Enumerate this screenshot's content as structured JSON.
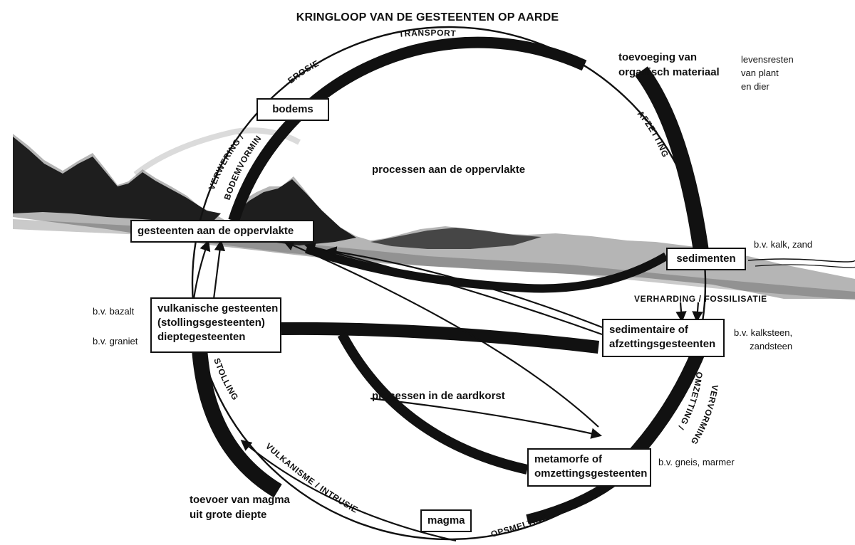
{
  "title": "KRINGLOOP VAN DE GESTEENTEN OP AARDE",
  "boxes": {
    "bodems": "bodems",
    "surface_rocks": "gesteenten aan de oppervlakte",
    "sediments": "sedimenten",
    "volcanic_line1": "vulkanische gesteenten",
    "volcanic_line2": "(stollingsgesteenten)",
    "volcanic_line3": "dieptegesteenten",
    "sedimentary_line1": "sedimentaire of",
    "sedimentary_line2": "afzettingsgesteenten",
    "metamorphic_line1": "metamorfe of",
    "metamorphic_line2": "omzettingsgesteenten",
    "magma": "magma"
  },
  "process_labels": {
    "transport": "TRANSPORT",
    "erosie": "EROSIE",
    "verwering": "VERWERING /",
    "bodemvorming": "BODEMVORMING",
    "afzetting": "AFZETTING",
    "verharding": "VERHARDING / FOSSILISATIE",
    "omzetting": "OMZETTING /",
    "vervorming": "VERVORMING",
    "opsmelting": "OPSMELTING",
    "vulkanisme": "VULKANISME / INTRUSIE",
    "stolling": "STOLLING"
  },
  "region_labels": {
    "surface_processes": "processen aan de oppervlakte",
    "crust_processes": "processen in de aardkorst"
  },
  "notes": {
    "organic_line1": "toevoeging van",
    "organic_line2": "organisch materiaal",
    "remains_line1": "levensresten",
    "remains_line2": "van plant",
    "remains_line3": "en dier",
    "kalk_zand": "b.v. kalk, zand",
    "bazalt": "b.v. bazalt",
    "graniet": "b.v. graniet",
    "kalksteen_line1": "b.v. kalksteen,",
    "kalksteen_line2": "zandsteen",
    "gneis": "b.v. gneis, marmer",
    "magma_supply_line1": "toevoer van magma",
    "magma_supply_line2": "uit grote diepte"
  },
  "colors": {
    "ink": "#111111",
    "background": "#ffffff",
    "landscape": "#2a2a2a"
  }
}
